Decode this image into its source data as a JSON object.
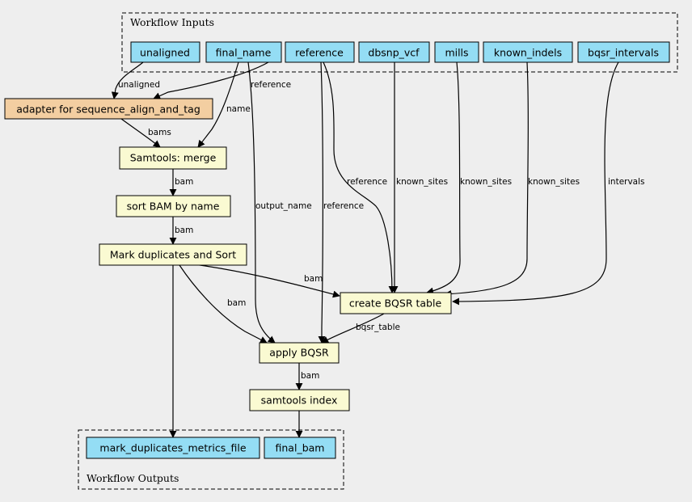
{
  "colors": {
    "input": "#94ddf4",
    "adapter": "#f3cea1",
    "step": "#fafad2",
    "output": "#94ddf4",
    "background": "#eeeeee"
  },
  "clusters": {
    "inputs_title": "Workflow Inputs",
    "outputs_title": "Workflow Outputs"
  },
  "nodes": {
    "unaligned": "unaligned",
    "final_name": "final_name",
    "reference": "reference",
    "dbsnp_vcf": "dbsnp_vcf",
    "mills": "mills",
    "known_indels": "known_indels",
    "bqsr_intervals": "bqsr_intervals",
    "adapter": "adapter for sequence_align_and_tag",
    "merge": "Samtools: merge",
    "sort": "sort BAM by name",
    "markdup": "Mark duplicates and Sort",
    "bqsr_table": "create BQSR table",
    "apply_bqsr": "apply BQSR",
    "index": "samtools index",
    "metrics_out": "mark_duplicates_metrics_file",
    "final_bam": "final_bam"
  },
  "edge_labels": {
    "unaligned": "unaligned",
    "reference_adapter": "reference",
    "name": "name",
    "bams": "bams",
    "bam_merge_sort": "bam",
    "bam_sort_markdup": "bam",
    "output_name": "output_name",
    "reference_apply": "reference",
    "reference_table": "reference",
    "known_sites_dbsnp": "known_sites",
    "known_sites_mills": "known_sites",
    "known_sites_indels": "known_sites",
    "intervals": "intervals",
    "bam_markdup_table": "bam",
    "bam_markdup_apply": "bam",
    "bqsr_table": "bqsr_table",
    "bam_apply_index": "bam"
  }
}
